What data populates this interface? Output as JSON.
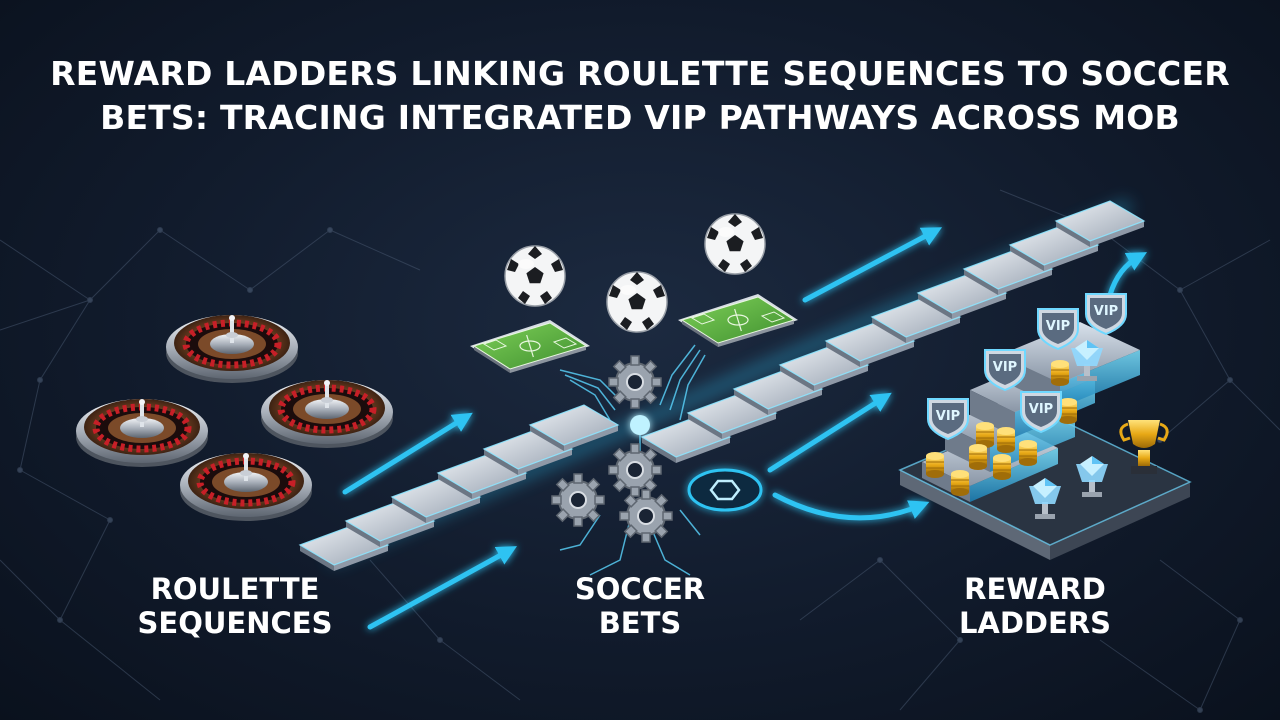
{
  "title": {
    "line1": "REWARD LADDERS LINKING ROULETTE SEQUENCES TO SOCCER",
    "line2": "BETS: TRACING INTEGRATED VIP PATHWAYS ACROSS MOB"
  },
  "labels": {
    "roulette": {
      "line1": "ROULETTE",
      "line2": "SEQUENCES"
    },
    "soccer": {
      "line1": "SOCCER",
      "line2": "BETS"
    },
    "reward": {
      "line1": "REWARD",
      "line2": "LADDERS"
    }
  },
  "badges": {
    "vip": "VIP"
  },
  "icons": [
    "roulette-wheel-icon",
    "soccer-ball-icon",
    "soccer-field-icon",
    "gear-icon",
    "hub-icon",
    "coin-stack-icon",
    "diamond-trophy-icon",
    "gold-trophy-icon",
    "arrow-icon"
  ],
  "colors": {
    "background": "#0e1626",
    "accent_cyan": "#2fc3f2",
    "text": "#ffffff",
    "gold": "#f2b51d",
    "field_green": "#5fb545"
  }
}
